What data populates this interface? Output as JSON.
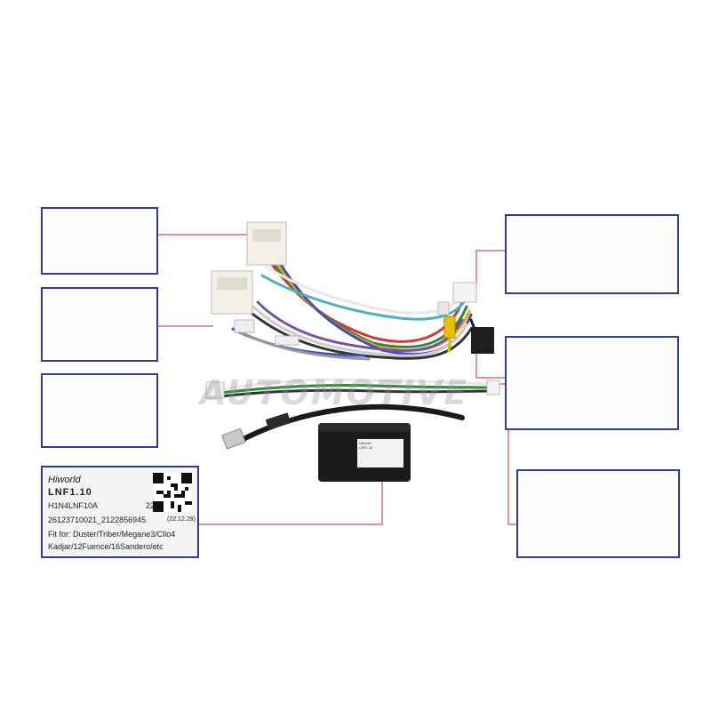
{
  "label": {
    "brand": "Hiworld",
    "model": "LNF1.10",
    "code": "H1N4LNF10A",
    "date": "221026",
    "serial": "26123710021_2122856945",
    "stamp": "(22.12.28)",
    "fit_line1": "Fit for: Duster/Triber/Megane3/Clio4",
    "fit_line2": "Kadjar/12Fuence/16Sandero/etc"
  },
  "module_label": {
    "brand": "Hiworld",
    "model": "LNF1.10"
  },
  "colors": {
    "frame": "#2a3f9a",
    "leader_line": "#d0505a",
    "module": "#1b1b1b"
  }
}
